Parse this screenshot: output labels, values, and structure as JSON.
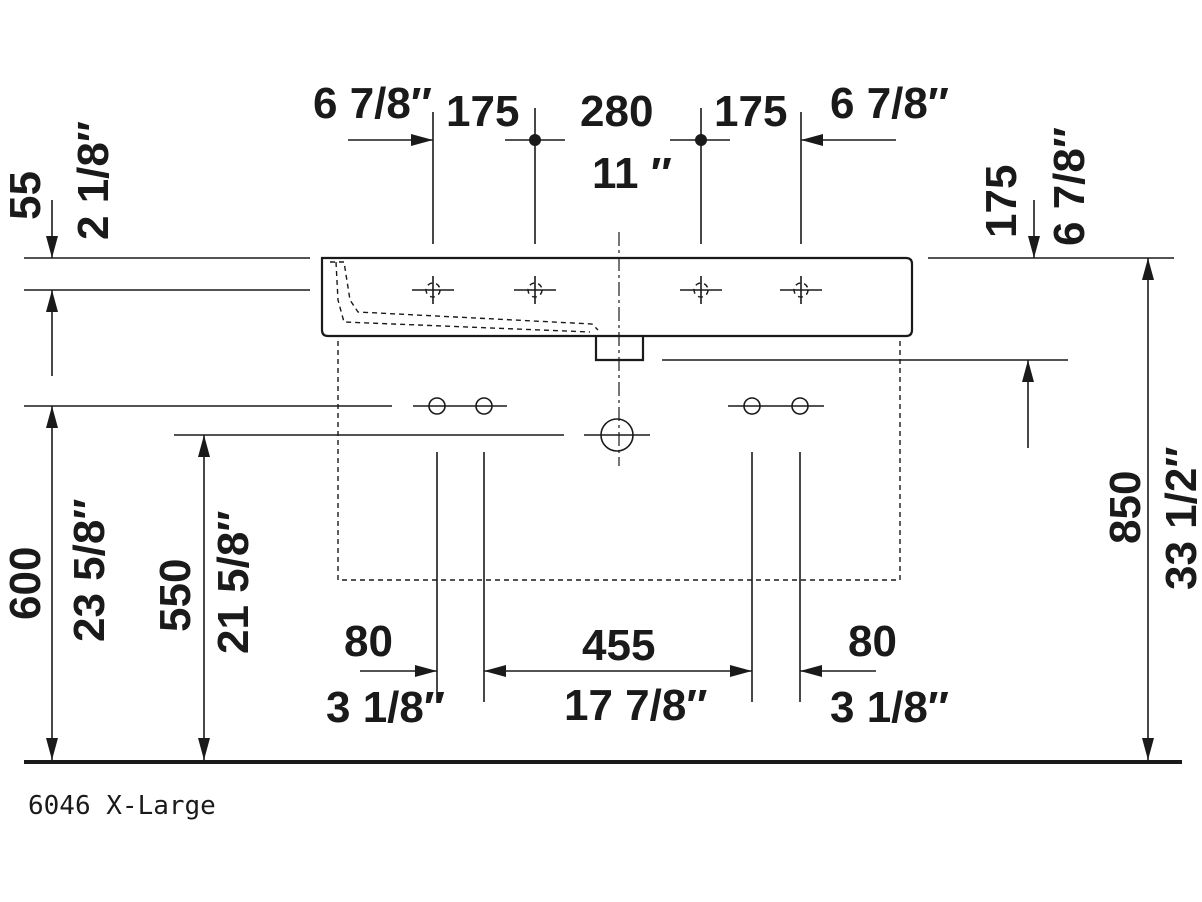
{
  "dimensions": {
    "top_left_inch": "6 7/8″",
    "top_left_mm": "175",
    "top_center_mm": "280",
    "top_center_inch": "11 ″",
    "top_right_mm": "175",
    "top_right_inch": "6 7/8″",
    "left_height_mm": "55",
    "left_height_inch": "2 1/8″",
    "right_depth_mm": "175",
    "right_depth_inch": "6 7/8″",
    "height_600_mm": "600",
    "height_600_inch": "23 5/8″",
    "height_550_mm": "550",
    "height_550_inch": "21 5/8″",
    "height_850_mm": "850",
    "height_850_inch": "33 1/2″",
    "bottom_left_mm": "80",
    "bottom_left_inch": "3 1/8″",
    "bottom_center_mm": "455",
    "bottom_center_inch": "17 7/8″",
    "bottom_right_mm": "80",
    "bottom_right_inch": "3 1/8″"
  },
  "model_label": "6046  X-Large"
}
